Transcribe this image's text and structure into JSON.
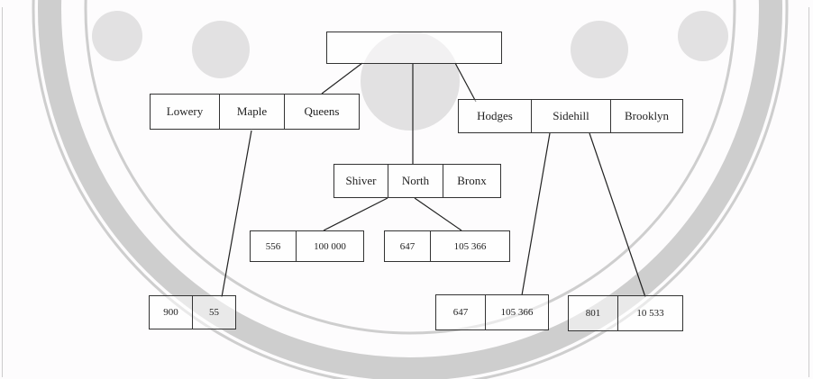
{
  "diagram": {
    "root": {
      "keys": []
    },
    "level1_left": {
      "keys": [
        "Lowery",
        "Maple",
        "Queens"
      ]
    },
    "level1_mid": {
      "keys": [
        "Shiver",
        "North",
        "Bronx"
      ]
    },
    "level1_right": {
      "keys": [
        "Hodges",
        "Sidehill",
        "Brooklyn"
      ]
    },
    "leaf_mid_a": {
      "keys": [
        "556",
        "100 000"
      ]
    },
    "leaf_mid_b": {
      "keys": [
        "647",
        "105 366"
      ]
    },
    "leaf_left": {
      "keys": [
        "900",
        "55"
      ]
    },
    "leaf_right_a": {
      "keys": [
        "647",
        "105 366"
      ]
    },
    "leaf_right_b": {
      "keys": [
        "801",
        "10 533"
      ]
    }
  },
  "colors": {
    "line": "#222222",
    "border": "#333333",
    "watermark": "#9a9a9a"
  }
}
